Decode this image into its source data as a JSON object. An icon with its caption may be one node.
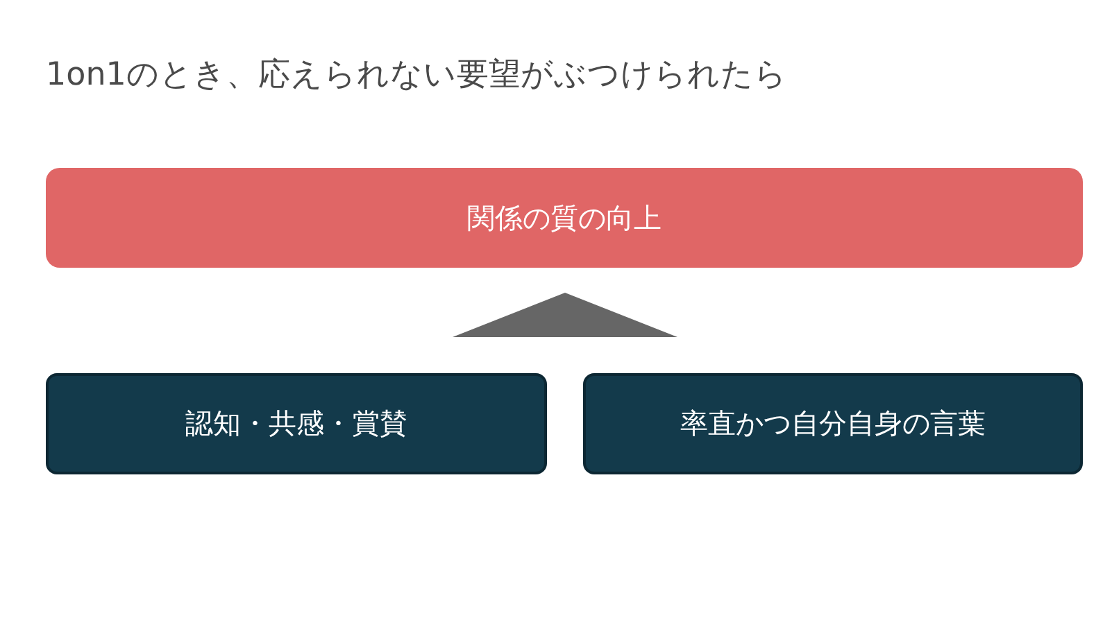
{
  "diagram": {
    "title": "1on1のとき、応えられない要望がぶつけられたら",
    "nodes": [
      {
        "text": [
          "関係の質の向上"
        ]
      },
      {
        "text": [],
        "shape": "triangle"
      },
      {
        "text": [
          "認知・共感・賞賛"
        ]
      },
      {
        "text": [
          "率直かつ自分自身の言葉"
        ]
      }
    ]
  }
}
